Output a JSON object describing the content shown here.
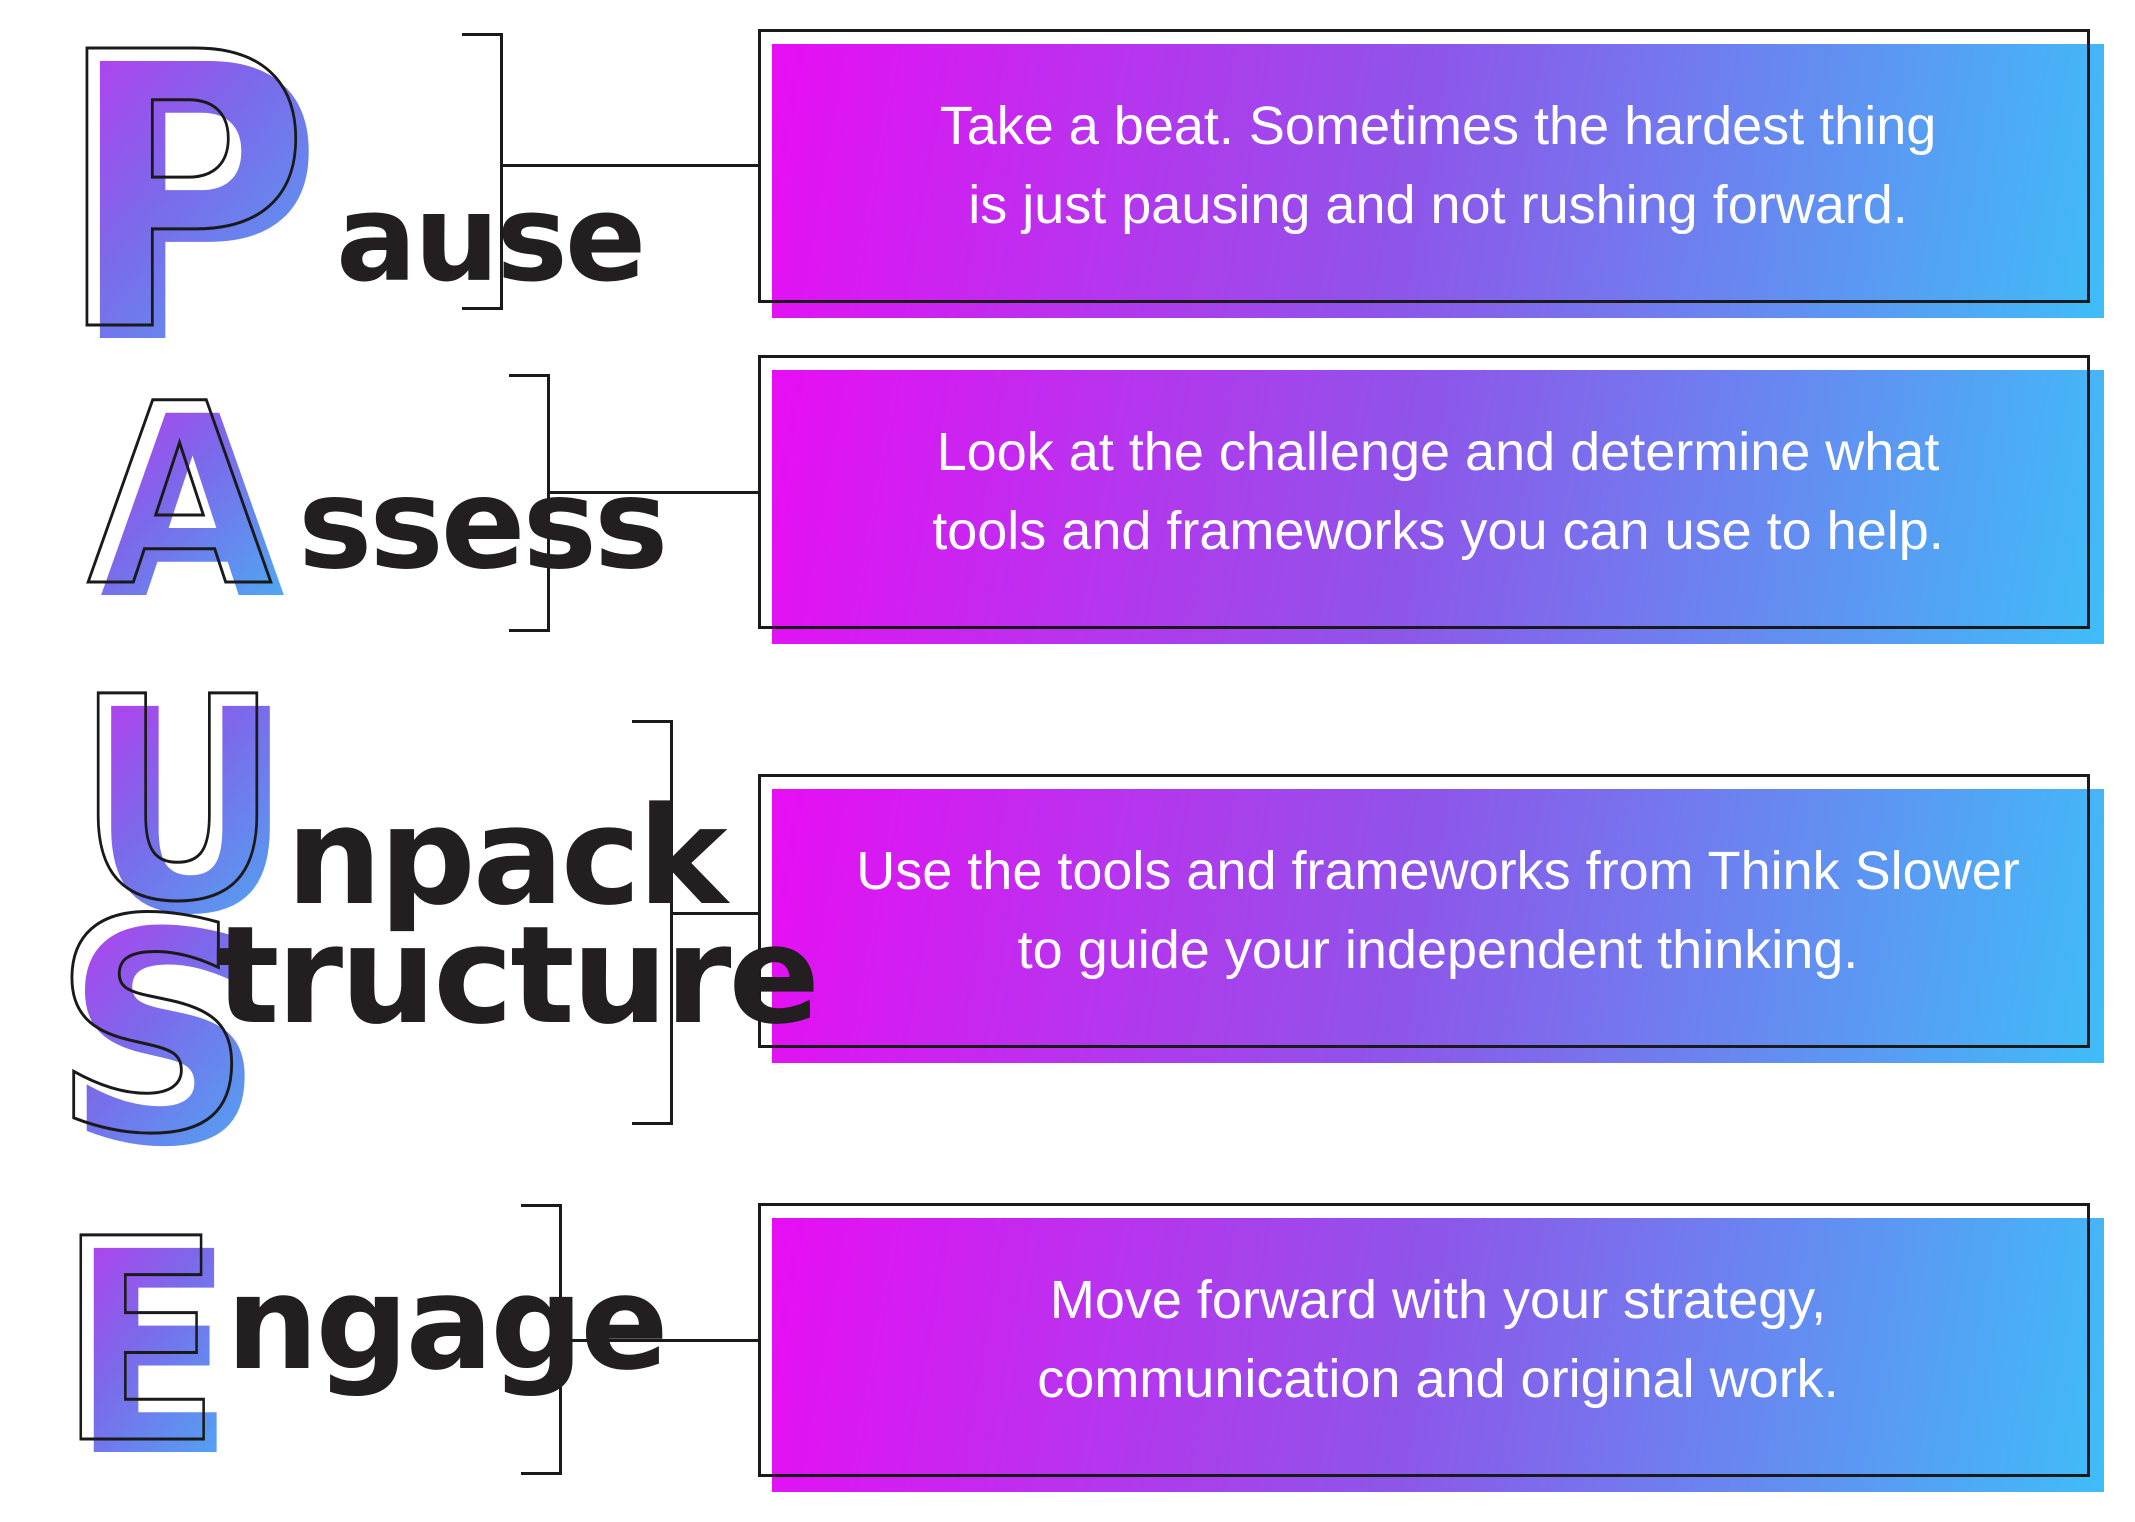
{
  "title": "PAUSE framework infographic",
  "colors": {
    "outline_stroke": "#1a1a1a",
    "word_text": "#231f20",
    "box_text": "#ffffff",
    "letter_gradient_start": "#c92ff0",
    "letter_gradient_mid": "#7d68ea",
    "letter_gradient_end": "#4fa7f2",
    "box_gradient_start": "#e80df4",
    "box_gradient_mid": "#8e55e9",
    "box_gradient_end": "#3fbdf8"
  },
  "rows": [
    {
      "id": "pause",
      "words": [
        {
          "letter": "P",
          "rest": "ause"
        }
      ],
      "box_lines": [
        "Take a beat. Sometimes the hardest thing",
        "is just pausing and not rushing forward."
      ]
    },
    {
      "id": "assess",
      "words": [
        {
          "letter": "A",
          "rest": "ssess"
        }
      ],
      "box_lines": [
        "Look at the challenge and determine what",
        "tools and frameworks you can use to help."
      ]
    },
    {
      "id": "unpack-structure",
      "words": [
        {
          "letter": "U",
          "rest": "npack"
        },
        {
          "letter": "S",
          "rest": "tructure"
        }
      ],
      "box_lines": [
        "Use the tools and frameworks from Think Slower",
        "to guide your independent thinking."
      ]
    },
    {
      "id": "engage",
      "words": [
        {
          "letter": "E",
          "rest": "ngage"
        }
      ],
      "box_lines": [
        "Move forward with your strategy,",
        "communication and original work."
      ]
    }
  ]
}
